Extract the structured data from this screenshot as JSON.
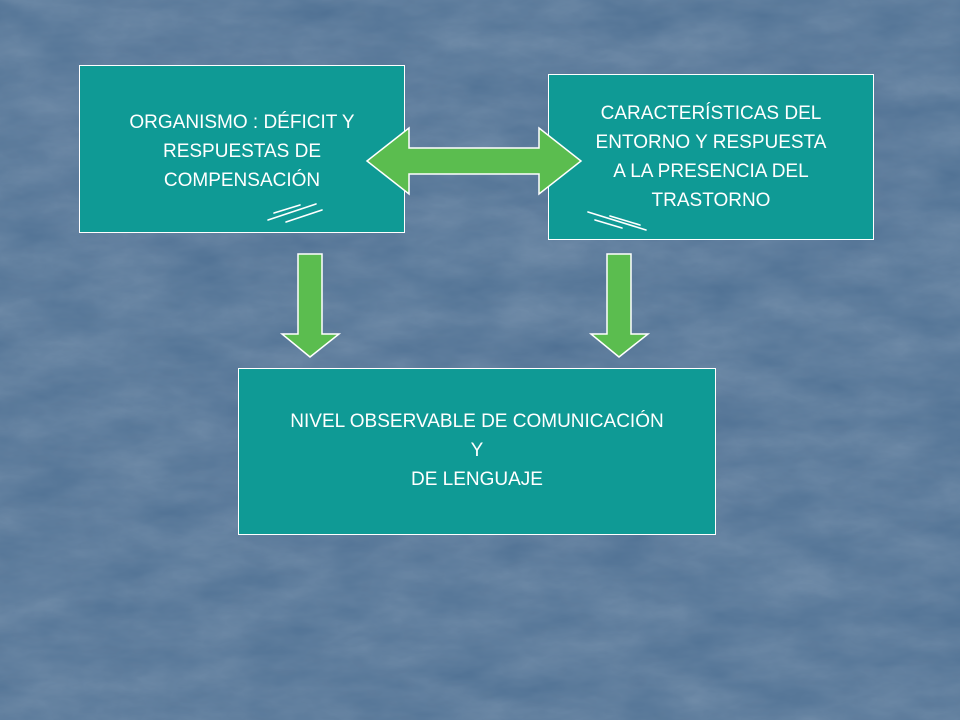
{
  "colors": {
    "background": "#4d6f92",
    "box_fill": "#0f9a95",
    "arrow_fill": "#5bbd4f",
    "border": "#ffffff",
    "text": "#ffffff"
  },
  "boxes": {
    "organismo": {
      "lines": [
        "ORGANISMO : DÉFICIT Y",
        "RESPUESTAS DE",
        "COMPENSACIÓN"
      ]
    },
    "entorno": {
      "lines": [
        "CARACTERÍSTICAS DEL",
        "ENTORNO Y RESPUESTA",
        "A LA PRESENCIA DEL",
        "TRASTORNO"
      ]
    },
    "nivel": {
      "lines": [
        "NIVEL OBSERVABLE DE COMUNICACIÓN",
        "Y",
        "DE LENGUAJE"
      ]
    }
  },
  "arrows": {
    "horizontal": "double-headed-arrow",
    "down_left": "down-arrow",
    "down_right": "down-arrow"
  }
}
